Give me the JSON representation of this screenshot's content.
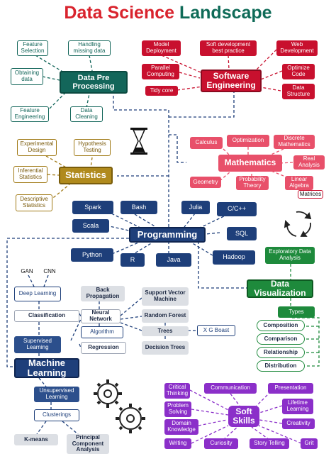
{
  "title": {
    "part1": "Data Science",
    "part2": "Landscape"
  },
  "data_pre_processing": {
    "main": "Data Pre Processing",
    "items": [
      "Feature Selection",
      "Handling missing data",
      "Obtaining data",
      "Feature Engineering",
      "Data Cleaning"
    ]
  },
  "software_engineering": {
    "main": "Software Engineering",
    "items": [
      "Model Deployment",
      "Soft development best practice",
      "Web Development",
      "Parallel Computing",
      "Optimize Code",
      "Tidy core",
      "Data Structure"
    ]
  },
  "statistics": {
    "main": "Statistics",
    "items": [
      "Experimental Design",
      "Hypothesis Testing",
      "Inferential Statistics",
      "Descriptive Statistics"
    ]
  },
  "mathematics": {
    "main": "Mathematics",
    "items": [
      "Calculus",
      "Optimization",
      "Discrete Mathematics",
      "Real Analysis",
      "Geometry",
      "Probability Theory",
      "Linear Algebra",
      "Matrices"
    ]
  },
  "programming": {
    "main": "Programming",
    "items": [
      "Spark",
      "Bash",
      "Julia",
      "C/C++",
      "Scala",
      "SQL",
      "Python",
      "R",
      "Java",
      "Hadoop"
    ]
  },
  "machine_learning": {
    "main": "Machine Learning",
    "gan": "GAN",
    "cnn": "CNN",
    "deep_learning": "Deep Learning",
    "classification": "Classification",
    "supervised": "Supervised Learning",
    "back_propagation": "Back Propagation",
    "neural_network": "Neural Network",
    "algorithm": "Algorithm",
    "regression": "Regression",
    "svm": "Support Vector Machine",
    "random_forest": "Random Forest",
    "trees": "Trees",
    "xgboost": "X G Boast",
    "decision_trees": "Decision Trees",
    "unsupervised": "Unsupervised Learning",
    "clusterings": "Clusterings",
    "kmeans": "K-means",
    "pca": "Principal Component Analysis"
  },
  "data_visualization": {
    "main": "Data Visualization",
    "exploratory": "Exploratory Data Analysis",
    "types": "Types",
    "items": [
      "Composition",
      "Comparison",
      "Relationship",
      "Distribution"
    ]
  },
  "soft_skills": {
    "main": "Soft Skills",
    "items": [
      "Critical Thinking",
      "Communication",
      "Presentation",
      "Problem Solving",
      "Lifetime Learning",
      "Domain Knowledge",
      "Creativity",
      "Writing",
      "Curiosity",
      "Story Telling",
      "Grit"
    ]
  },
  "colors": {
    "preprocessing": "#13665a",
    "software": "#c8102e",
    "math": "#e8506a",
    "statistics": "#b08a1c",
    "programming": "#1e3f7a",
    "visualization": "#1e8a3c",
    "soft_skills": "#8b2fc9"
  },
  "icons": [
    "hourglass-icon",
    "recycle-arrows-icon",
    "gears-icon"
  ]
}
